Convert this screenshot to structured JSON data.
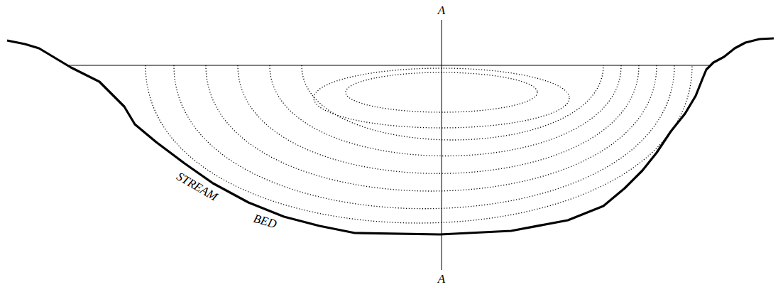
{
  "diagram": {
    "labels": [
      "A",
      "A",
      "STREAM",
      "BED"
    ]
  }
}
